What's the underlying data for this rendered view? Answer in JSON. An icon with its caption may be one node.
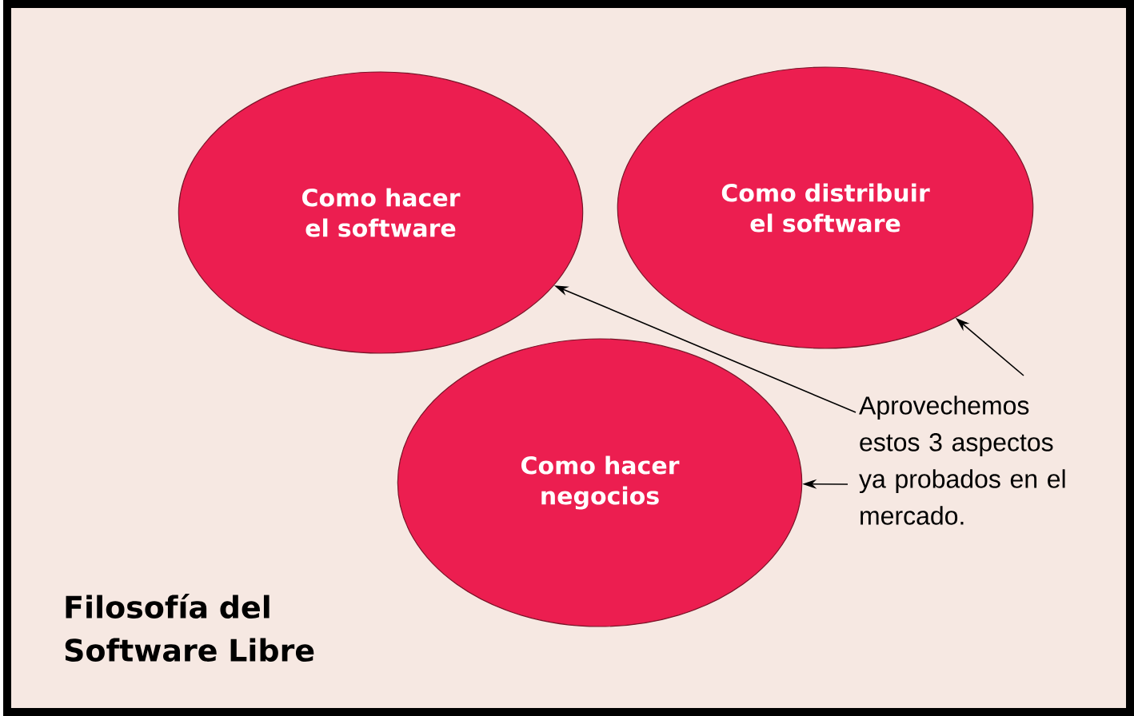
{
  "diagram": {
    "title": "Filosofía del Software Libre",
    "nodes": [
      {
        "text": [
          "Como hacer el software"
        ]
      },
      {
        "text": [
          "Como distribuir el software"
        ]
      },
      {
        "text": [
          "Como hacer negocios"
        ]
      },
      {
        "text": [
          "Aprovechemos estos 3 aspectos ya probados en el mercado."
        ]
      }
    ],
    "edges": [
      {
        "from": 3,
        "to": 0,
        "arrow": "to"
      },
      {
        "from": 3,
        "to": 1,
        "arrow": "to"
      },
      {
        "from": 3,
        "to": 2,
        "arrow": "to"
      }
    ]
  }
}
